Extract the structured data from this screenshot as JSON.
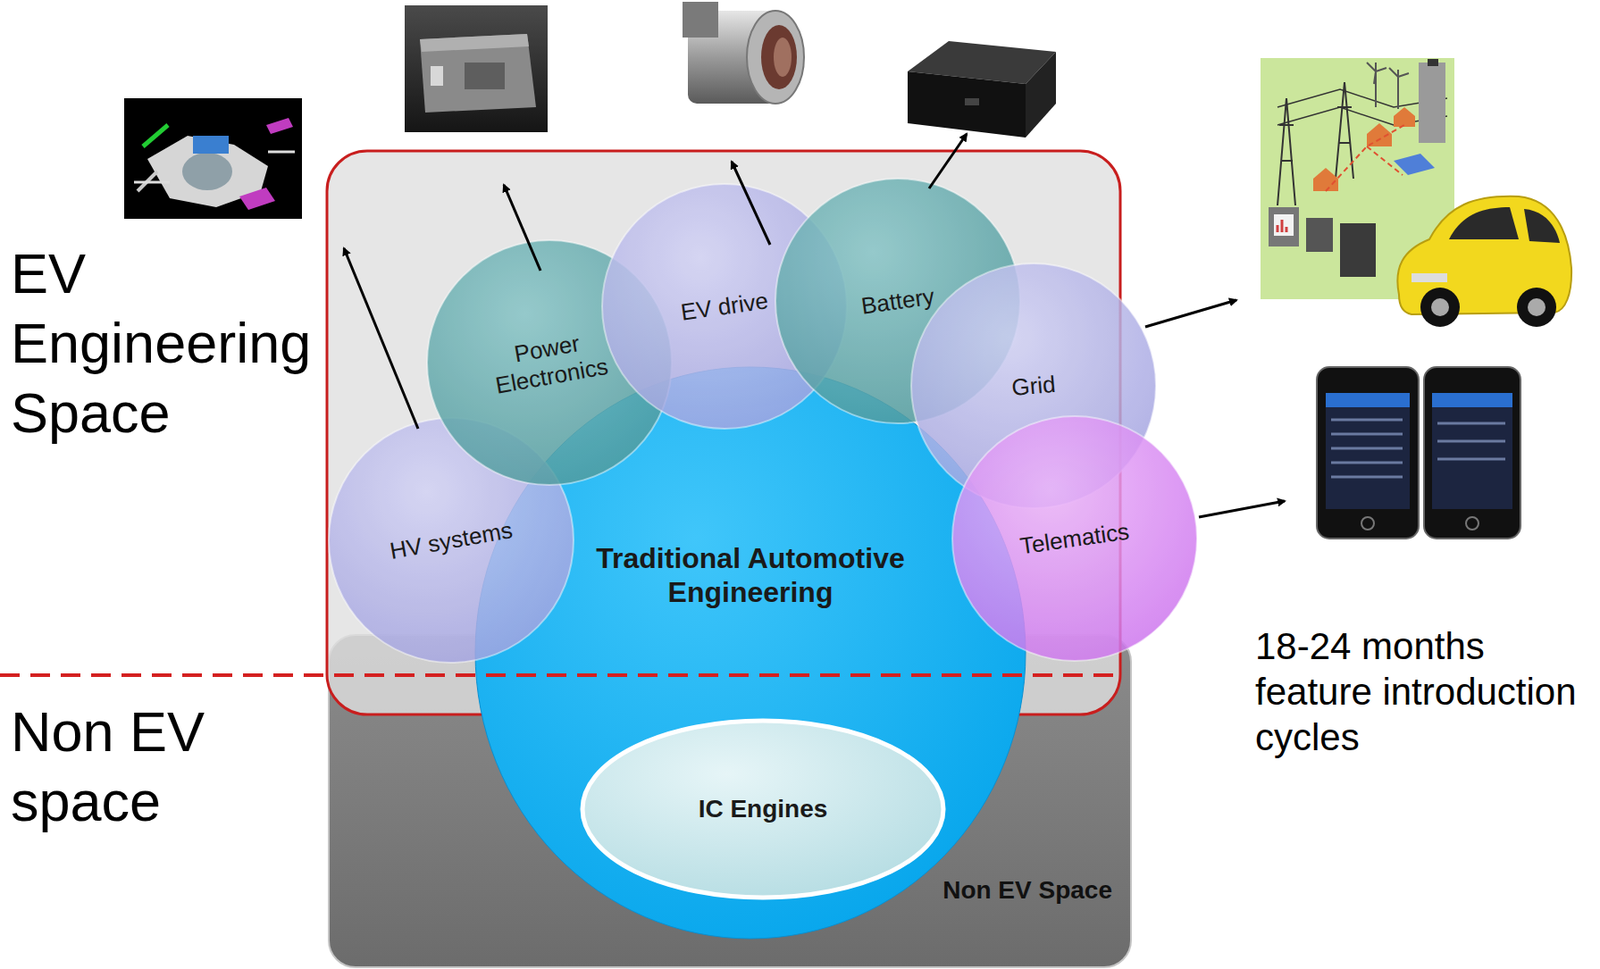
{
  "diagram": {
    "nodes": [
      {
        "text": [
          "EV Engineering Space"
        ]
      },
      {
        "text": [
          "HV systems"
        ]
      },
      {
        "text": [
          "Power Electronics"
        ]
      },
      {
        "text": [
          "EV drive"
        ]
      },
      {
        "text": [
          "Battery"
        ]
      },
      {
        "text": [
          "Grid"
        ]
      },
      {
        "text": [
          "Telematics"
        ]
      },
      {
        "text": [
          "Traditional Automotive Engineering"
        ]
      },
      {
        "text": [
          "IC Engines"
        ],
        "in": 7
      },
      {
        "text": [
          "Non EV Space"
        ]
      }
    ],
    "labels": [
      "Non EV space",
      "18-24 months feature introduction cycles"
    ]
  }
}
